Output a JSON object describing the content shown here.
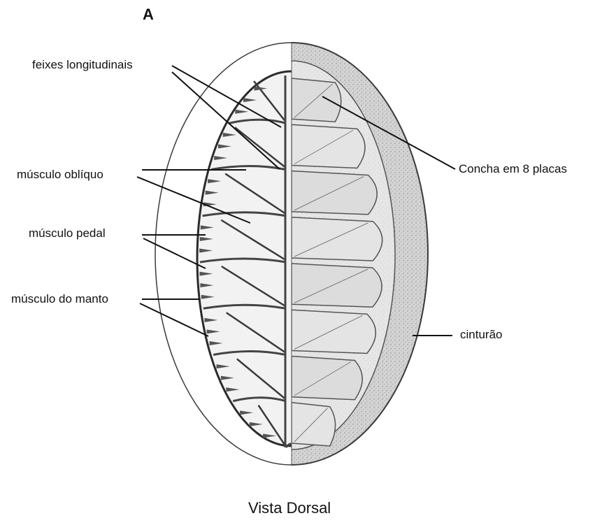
{
  "panel_letter": "A",
  "caption": "Vista Dorsal",
  "labels": {
    "feixes_longitudinais": "feixes longitudinais",
    "musculo_obliquo": "músculo oblíquo",
    "musculo_pedal": "músculo pedal",
    "musculo_do_manto": "músculo do manto",
    "concha": "Concha em 8 placas",
    "cinturao": "cinturão"
  },
  "plate_count": 8,
  "colors": {
    "outline": "#2b2b2b",
    "girdle": "#cfcfcf",
    "shell": "#e2e2e2",
    "ink": "#111111"
  }
}
